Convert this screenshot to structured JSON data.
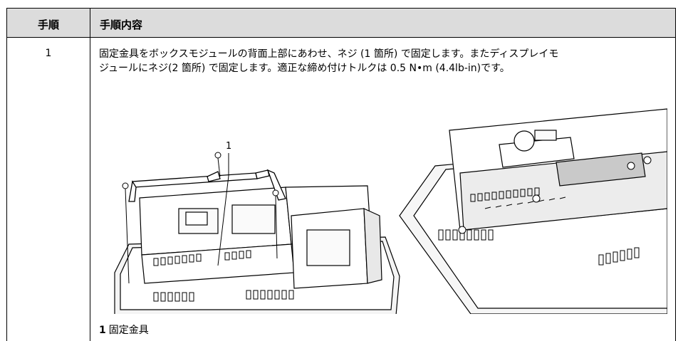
{
  "table": {
    "header": {
      "step": "手順",
      "content": "手順内容"
    },
    "row": {
      "step": "1",
      "line1": "固定金具をボックスモジュールの背面上部にあわせ、ネジ (1 箇所) で固定します。またディスプレイモ",
      "line2": "ジュールにネジ(2 箇所) で固定します。適正な締め付けトルクは 0.5 N•m (4.4lb-in)です。",
      "callout": "1",
      "legend": {
        "number": "1",
        "label": "固定金具"
      }
    }
  }
}
